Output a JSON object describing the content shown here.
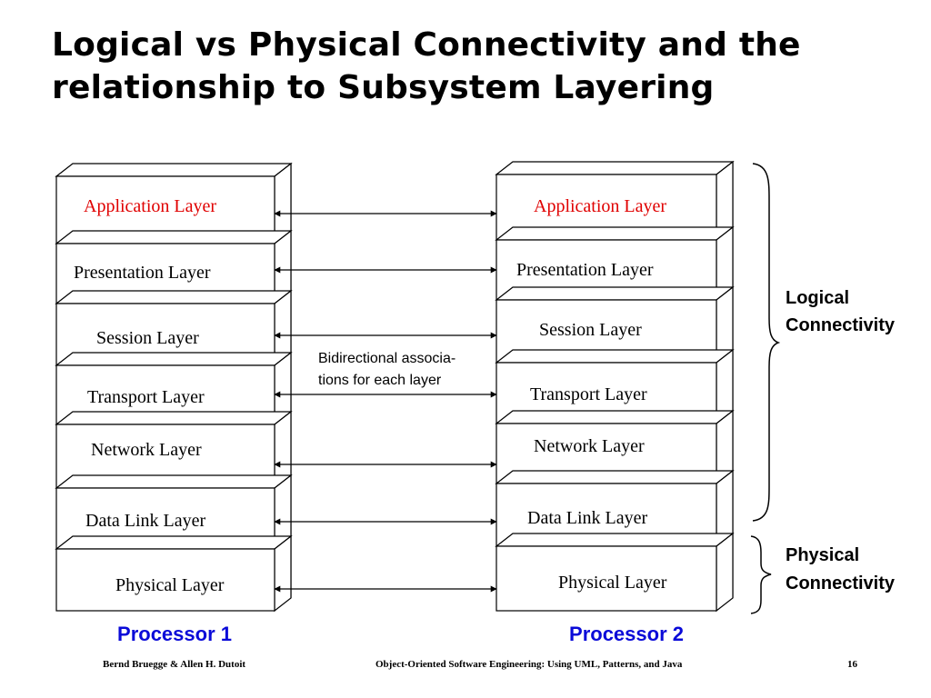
{
  "title": "Logical vs Physical Connectivity and the\nrelationship to Subsystem Layering",
  "colors": {
    "application_text": "#e00000",
    "processor_text": "#0a0ad8",
    "outline": "#000000"
  },
  "processor1": {
    "label": "Processor 1",
    "layers": [
      {
        "label": "Application Layer",
        "highlight": true
      },
      {
        "label": "Presentation Layer",
        "highlight": false
      },
      {
        "label": "Session Layer",
        "highlight": false
      },
      {
        "label": "Transport Layer",
        "highlight": false
      },
      {
        "label": "Network Layer",
        "highlight": false
      },
      {
        "label": "Data Link Layer",
        "highlight": false
      },
      {
        "label": "Physical Layer",
        "highlight": false
      }
    ]
  },
  "processor2": {
    "label": "Processor 2",
    "layers": [
      {
        "label": "Application Layer",
        "highlight": true
      },
      {
        "label": "Presentation Layer",
        "highlight": false
      },
      {
        "label": "Session Layer",
        "highlight": false
      },
      {
        "label": "Transport Layer",
        "highlight": false
      },
      {
        "label": "Network Layer",
        "highlight": false
      },
      {
        "label": "Data Link Layer",
        "highlight": false
      },
      {
        "label": "Physical Layer",
        "highlight": false
      }
    ]
  },
  "note": {
    "line1": "Bidirectional associa-",
    "line2": "tions for each layer"
  },
  "logical_connectivity": {
    "line1": "Logical",
    "line2": "Connectivity"
  },
  "physical_connectivity": {
    "line1": "Physical",
    "line2": "Connectivity"
  },
  "footer": {
    "authors": "Bernd Bruegge & Allen H. Dutoit",
    "book": "Object-Oriented Software Engineering: Using UML, Patterns, and Java",
    "page_number": "16"
  }
}
